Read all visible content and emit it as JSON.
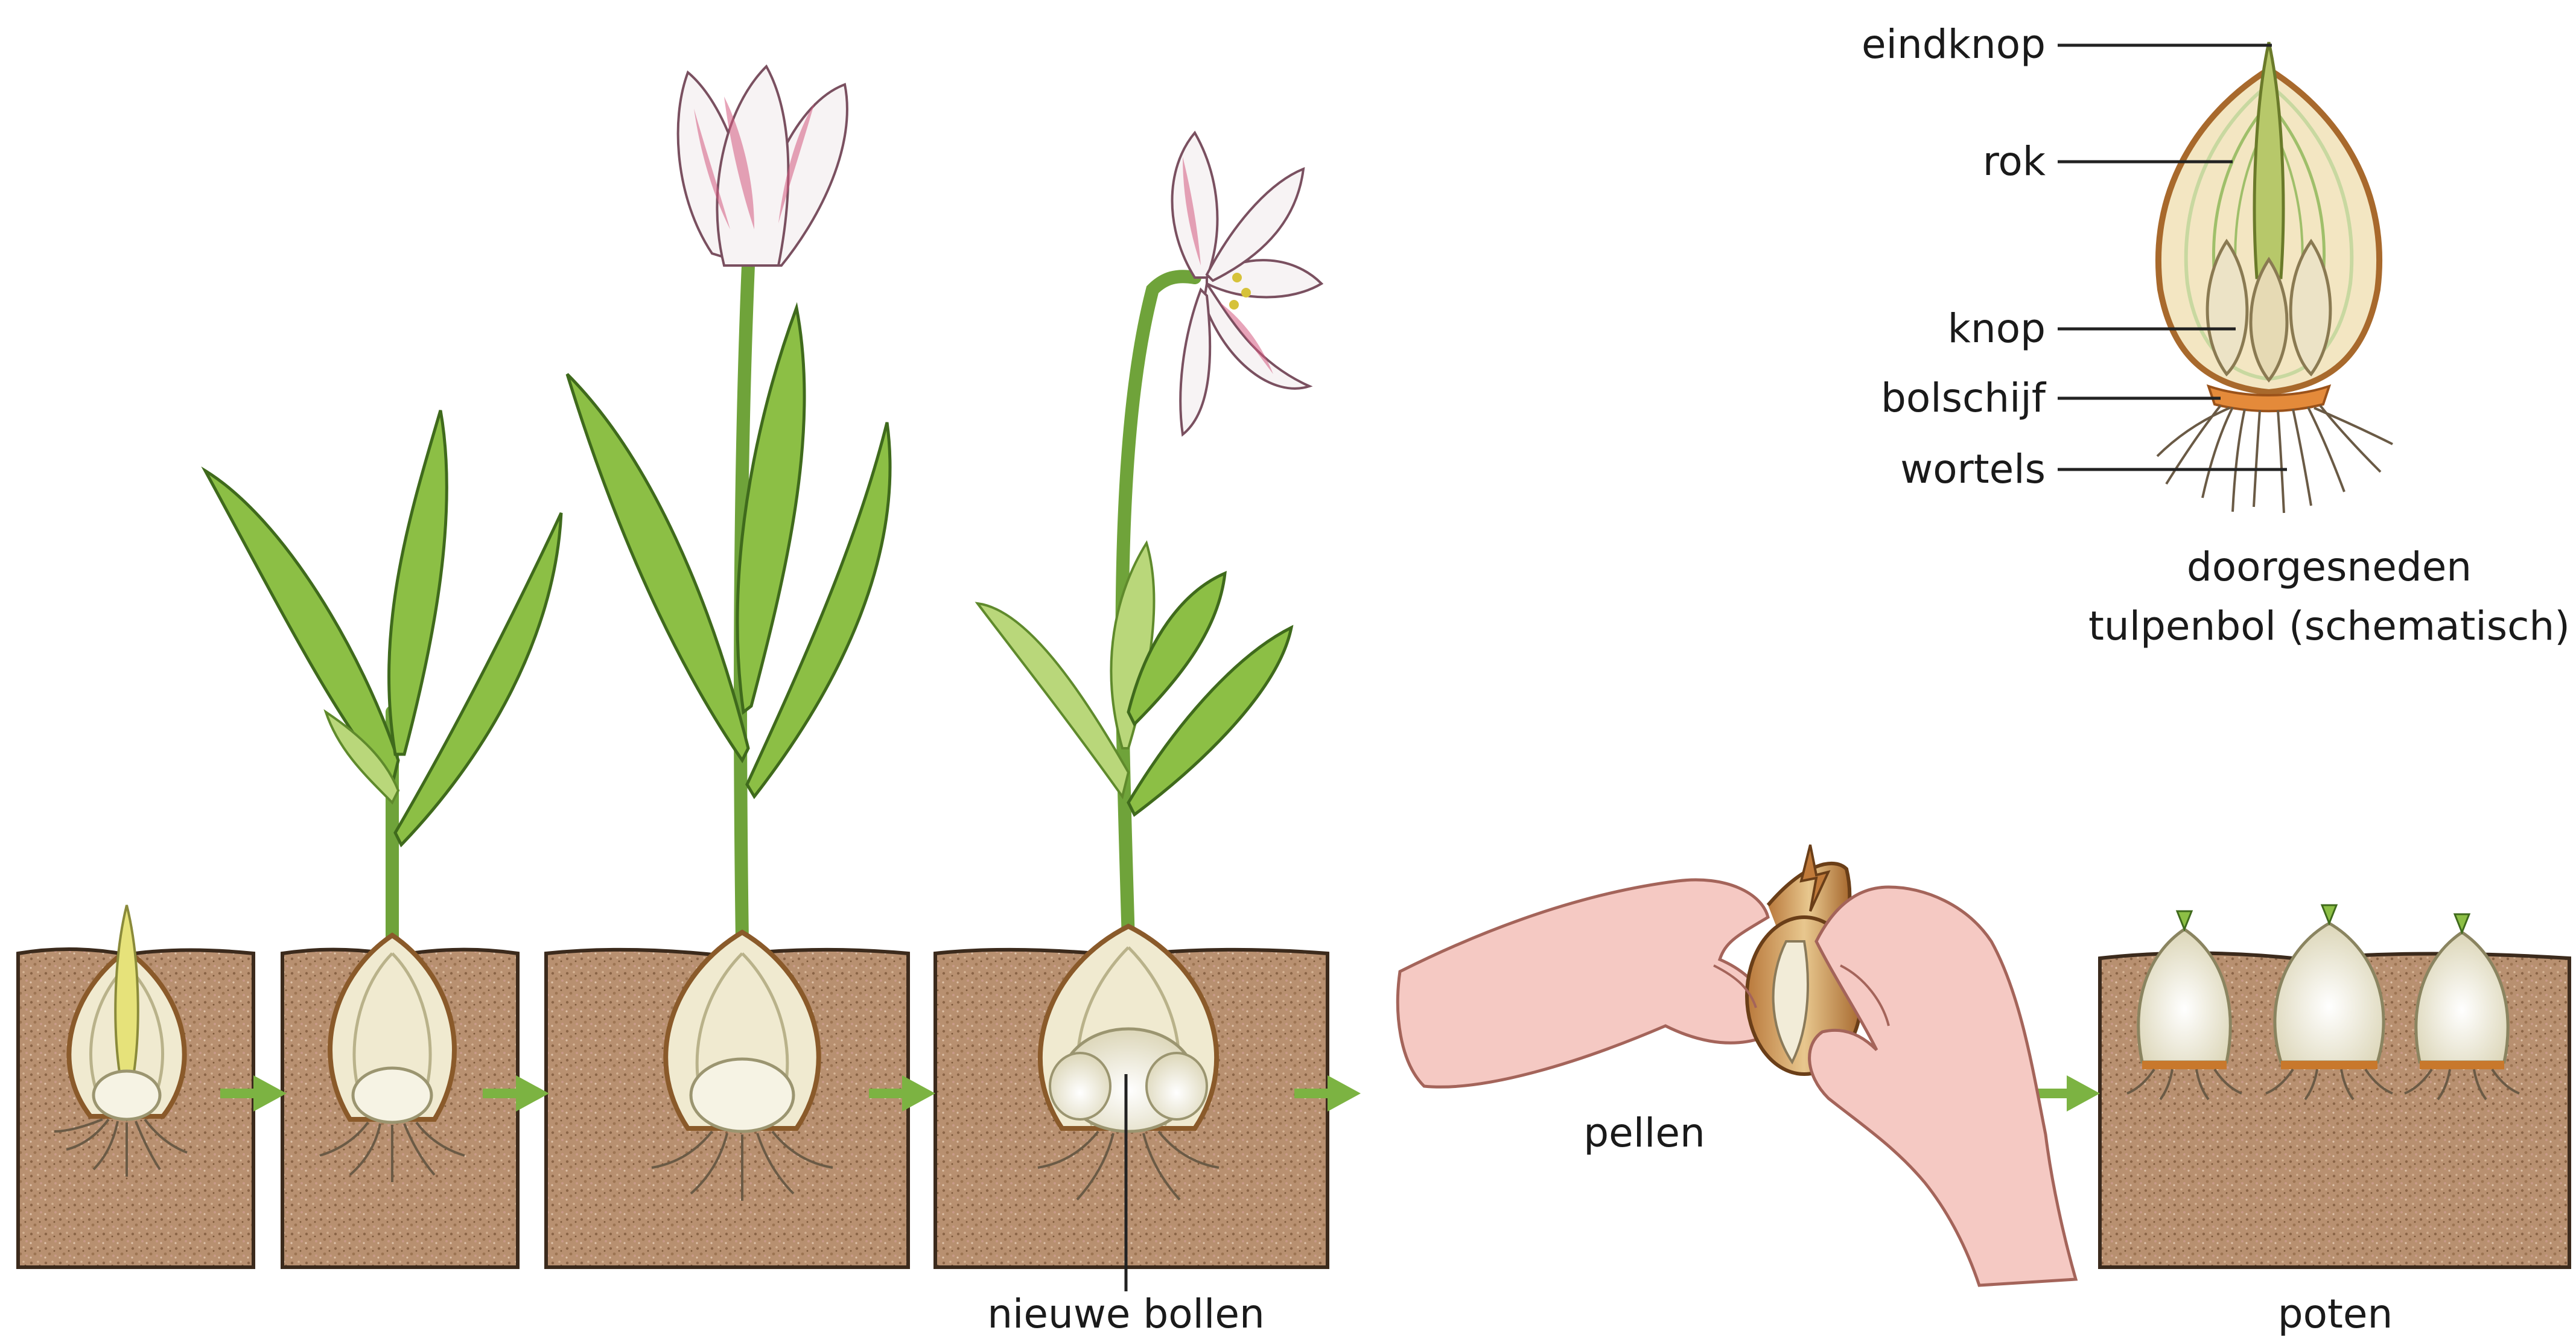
{
  "labels": {
    "eindknop": "eindknop",
    "rok": "rok",
    "knop": "knop",
    "bolschijf": "bolschijf",
    "wortels": "wortels",
    "caption_line1": "doorgesneden",
    "caption_line2": "tulpenbol (schematisch)",
    "pellen": "pellen",
    "nieuwe_bollen": "nieuwe bollen",
    "poten": "poten"
  },
  "colors": {
    "arrow": "#7cb342",
    "soil": "#b08a66",
    "leaf": "#8cbf45",
    "bulb": "#f0ead0"
  }
}
